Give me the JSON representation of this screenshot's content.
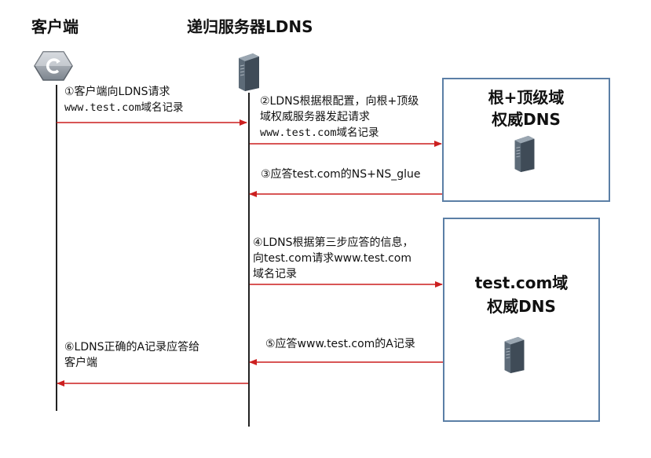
{
  "actors": {
    "client": "客户端",
    "resolver": "递归服务器LDNS"
  },
  "boxes": {
    "root": {
      "line1": "根+顶级域",
      "line2": "权威DNS"
    },
    "auth": {
      "line1": "test.com域",
      "line2": "权威DNS"
    }
  },
  "steps": [
    {
      "line1": "①客户端向LDNS请求",
      "line2": "www.test.com域名记录"
    },
    {
      "line1": "②LDNS根据根配置，向根+顶级",
      "line2": "域权威服务器发起请求",
      "line3": "www.test.com域名记录"
    },
    {
      "line1": "③应答test.com的NS+NS_glue"
    },
    {
      "line1": "④LDNS根据第三步应答的信息，",
      "line2": "向test.com请求www.test.com",
      "line3": "域名记录"
    },
    {
      "line1": "⑤应答www.test.com的A记录"
    },
    {
      "line1": "⑥LDNS正确的A记录应答给",
      "line2": "客户端"
    }
  ],
  "colors": {
    "arrow": "#cc1f1f",
    "lifeline": "#222222",
    "box_border": "#5b7fa6",
    "server": "#4a5a6a"
  },
  "icons": {
    "client": "router-icon",
    "resolver": "server-icon",
    "root": "server-icon",
    "auth": "server-icon"
  }
}
